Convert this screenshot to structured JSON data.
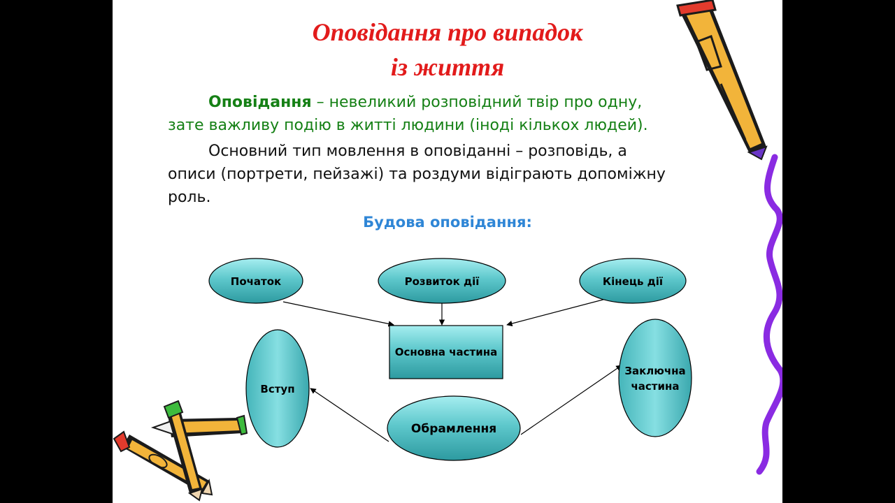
{
  "title": {
    "line1": "Оповідання про випадок",
    "line2": "із життя"
  },
  "definition": {
    "term": "Оповідання",
    "line1_rest": " – невеликий розповідний твір про одну,",
    "line2": "зате важливу подію в житті людини (іноді кількох людей)."
  },
  "paragraph2": {
    "line1": "Основний тип мовлення в оповіданні – розповідь, а",
    "line2": "описи (портрети, пейзажі) та роздуми відіграють допоміжну",
    "line3": "роль."
  },
  "structure_heading": "Будова оповідання:",
  "nodes": {
    "start": "Початок",
    "development": "Розвиток дії",
    "ending": "Кінець дії",
    "main_part": "Основна частина",
    "intro": "Вступ",
    "conclusion_line1": "Заключна",
    "conclusion_line2": "частина",
    "framing": "Обрамлення"
  },
  "colors": {
    "title": "#e21b1b",
    "definition": "#158015",
    "heading": "#2f86d6",
    "node_fill": "#5ec8cc",
    "wavy_line": "#8a2be2"
  },
  "icons": [
    "pencil-icon-top-right",
    "pencils-icon-bottom-left"
  ]
}
